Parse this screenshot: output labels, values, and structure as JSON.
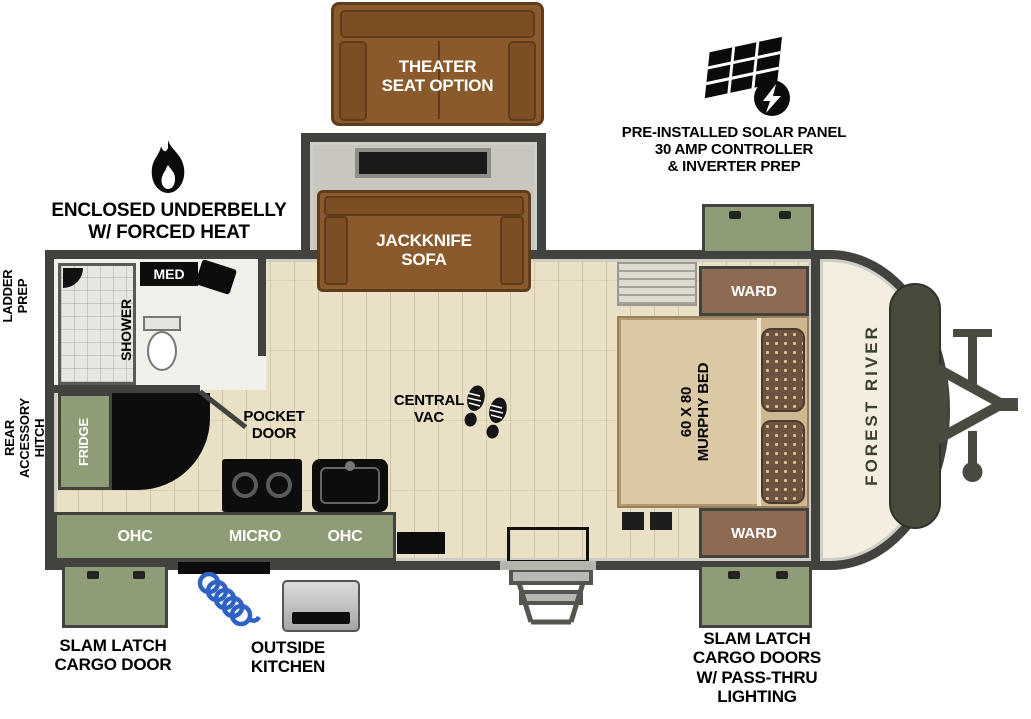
{
  "labels": {
    "theater_seat_option": "THEATER\nSEAT OPTION",
    "solar_note": "PRE-INSTALLED SOLAR PANEL\n30 AMP CONTROLLER\n& INVERTER PREP",
    "enclosed_underbelly": "ENCLOSED UNDERBELLY\nW/ FORCED HEAT",
    "jackknife_sofa": "JACKKNIFE\nSOFA",
    "med": "MED",
    "shower": "SHOWER",
    "ladder_prep": "LADDER\nPREP",
    "rear_accessory_hitch": "REAR ACCESSORY\nHITCH",
    "fridge": "FRIDGE",
    "pocket_door": "POCKET\nDOOR",
    "central_vac": "CENTRAL\nVAC",
    "ohc_left": "OHC",
    "micro": "MICRO",
    "ohc_right": "OHC",
    "ward_top": "WARD",
    "ward_bottom": "WARD",
    "murphy_bed": "60 X 80\nMURPHY BED",
    "forest_river": "FOREST RIVER",
    "slam_latch_left": "SLAM LATCH\nCARGO DOOR",
    "outside_kitchen": "OUTSIDE\nKITCHEN",
    "slam_latch_right": "SLAM LATCH\nCARGO DOORS\nW/ PASS-THRU\nLIGHTING"
  },
  "colors": {
    "wall": "#42423E",
    "floor": "#E9E0C6",
    "slide_gray": "#C8C6BD",
    "sage": "#8E9D77",
    "sofa_brown": "#8A5A2C",
    "sofa_dark": "#5F3D1C",
    "ward_brown": "#8D6A52",
    "bed_tan": "#DBC9A6",
    "pillow_brown": "#6E5340",
    "cap_cream": "#F3EEE0",
    "window_olive": "#474B3C",
    "hose_blue": "#2F62C4",
    "forest_river_text": "#3C4030"
  },
  "icons": {
    "flame-icon": "flame (forced heat)",
    "solar-panel-icon": "solar panel with lightning bolt",
    "footprints-icon": "footprints at central vac",
    "hose-coil-icon": "coiled hose at outside kitchen",
    "entry-step-icon": "entry step",
    "tongue-hitch-icon": "trailer tongue and jack"
  }
}
